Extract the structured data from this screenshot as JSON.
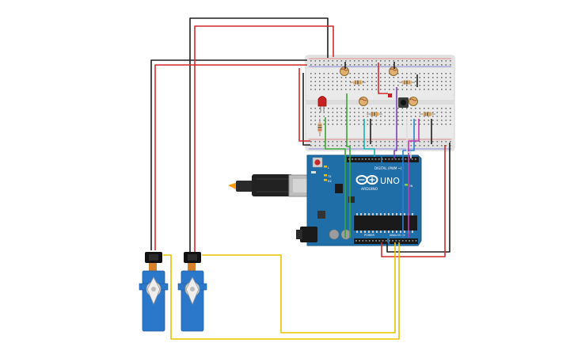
{
  "board": {
    "brand": "ARDUINO",
    "model": "UNO",
    "digital_label": "DIGITAL (PWM ~)",
    "analog_label": "ANALOG IN",
    "power_label": "POWER",
    "tx_label": "TX",
    "rx_label": "RX",
    "l_label": "L",
    "on_label": "ON"
  },
  "colors": {
    "wire_black": "#1e1e1e",
    "wire_red": "#d42a2a",
    "wire_yellow": "#e8c400",
    "wire_green": "#3aa63a",
    "wire_blue": "#2b7fd4",
    "wire_cyan": "#19b3b3",
    "wire_purple": "#7d3fbf",
    "wire_magenta": "#c03ab0",
    "board_blue": "#1f6ea8",
    "servo_blue": "#2b77c9"
  },
  "icons": {
    "usb": "usb-connector-icon",
    "power_jack": "dc-jack-icon",
    "reset": "reset-button-icon",
    "infinity_logo": "arduino-logo-icon"
  }
}
